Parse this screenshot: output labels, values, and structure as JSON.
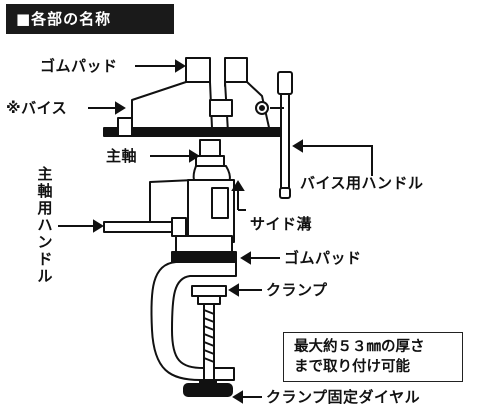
{
  "title": "■各部の名称",
  "labels": {
    "gom_pad_top": "ゴムパッド",
    "vise": "※バイス",
    "main_shaft": "主軸",
    "main_shaft_handle": "主軸用ハンドル",
    "vise_handle": "バイス用ハンドル",
    "side_groove": "サイド溝",
    "gom_pad_bottom": "ゴムパッド",
    "clamp": "クランプ",
    "clamp_dial": "クランプ固定ダイヤル"
  },
  "note": {
    "line1": "最大約５３㎜の厚さ",
    "line2": "まで取り付け可能"
  }
}
